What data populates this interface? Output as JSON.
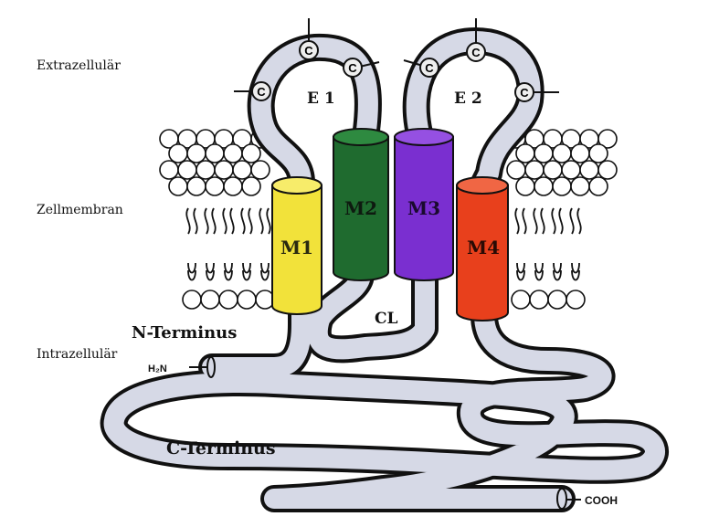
{
  "regions": {
    "extracellular": "Extrazellulär",
    "membrane": "Zellmembran",
    "intracellular": "Intrazellulär"
  },
  "segments": {
    "m1": "M1",
    "m2": "M2",
    "m3": "M3",
    "m4": "M4"
  },
  "loops": {
    "e1": "E 1",
    "e2": "E 2",
    "cl": "CL"
  },
  "termini": {
    "n_terminus": "N-Terminus",
    "c_terminus": "C-Terminus",
    "n_group": "H₂N",
    "c_group": "COOH"
  },
  "cysteine_label": "C",
  "colors": {
    "m1": "#f2e23a",
    "m2": "#1f6b2f",
    "m3": "#7a2fd0",
    "m4": "#e8401c",
    "tube": "#d6d9e6",
    "outline": "#111111"
  }
}
